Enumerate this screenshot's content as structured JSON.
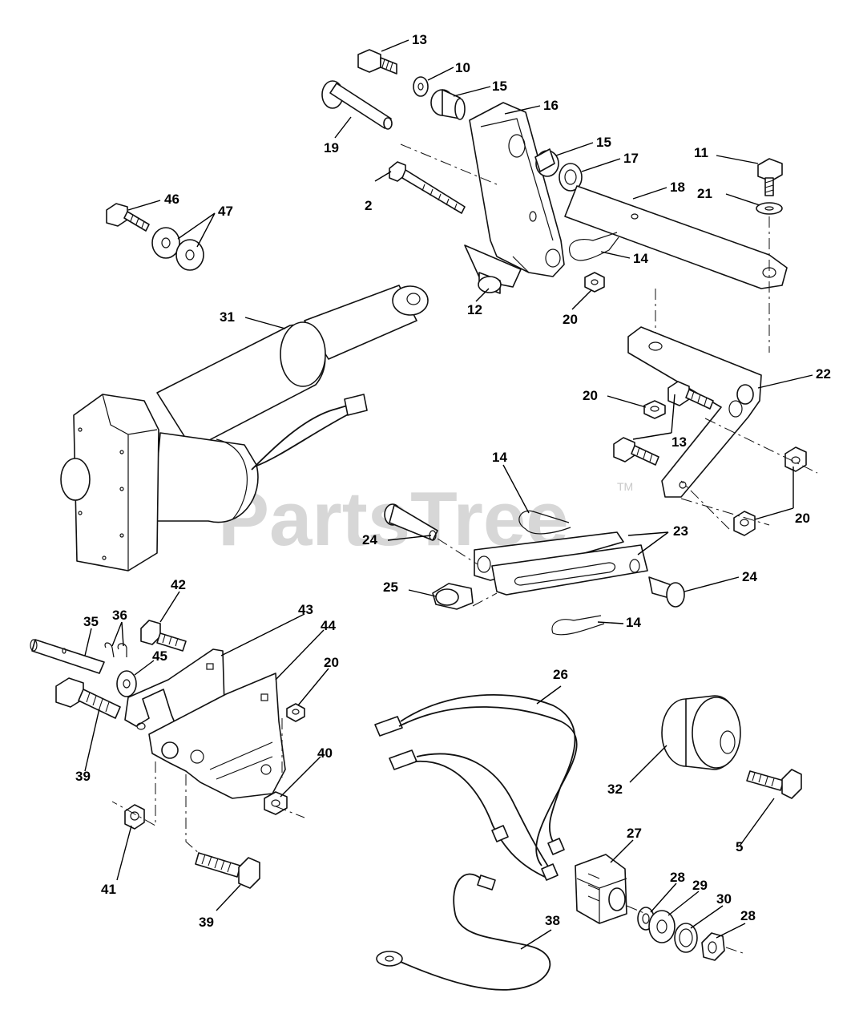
{
  "watermark": {
    "brand": "PartsTree",
    "tm": "TM"
  },
  "callouts": [
    {
      "id": "c13a",
      "label": "13"
    },
    {
      "id": "c10",
      "label": "10"
    },
    {
      "id": "c15a",
      "label": "15"
    },
    {
      "id": "c16",
      "label": "16"
    },
    {
      "id": "c19",
      "label": "19"
    },
    {
      "id": "c15b",
      "label": "15"
    },
    {
      "id": "c17",
      "label": "17"
    },
    {
      "id": "c11",
      "label": "11"
    },
    {
      "id": "c18",
      "label": "18"
    },
    {
      "id": "c21",
      "label": "21"
    },
    {
      "id": "c2",
      "label": "2"
    },
    {
      "id": "c46",
      "label": "46"
    },
    {
      "id": "c47",
      "label": "47"
    },
    {
      "id": "c14a",
      "label": "14"
    },
    {
      "id": "c12",
      "label": "12"
    },
    {
      "id": "c20a",
      "label": "20"
    },
    {
      "id": "c31",
      "label": "31"
    },
    {
      "id": "c22",
      "label": "22"
    },
    {
      "id": "c20b",
      "label": "20"
    },
    {
      "id": "c13b",
      "label": "13"
    },
    {
      "id": "c14b",
      "label": "14"
    },
    {
      "id": "c23",
      "label": "23"
    },
    {
      "id": "c24a",
      "label": "24"
    },
    {
      "id": "c20c",
      "label": "20"
    },
    {
      "id": "c24b",
      "label": "24"
    },
    {
      "id": "c25",
      "label": "25"
    },
    {
      "id": "c42",
      "label": "42"
    },
    {
      "id": "c43",
      "label": "43"
    },
    {
      "id": "c44",
      "label": "44"
    },
    {
      "id": "c35",
      "label": "35"
    },
    {
      "id": "c36",
      "label": "36"
    },
    {
      "id": "c14c",
      "label": "14"
    },
    {
      "id": "c45",
      "label": "45"
    },
    {
      "id": "c20d",
      "label": "20"
    },
    {
      "id": "c26",
      "label": "26"
    },
    {
      "id": "c39a",
      "label": "39"
    },
    {
      "id": "c40",
      "label": "40"
    },
    {
      "id": "c32",
      "label": "32"
    },
    {
      "id": "c5",
      "label": "5"
    },
    {
      "id": "c27",
      "label": "27"
    },
    {
      "id": "c28a",
      "label": "28"
    },
    {
      "id": "c29",
      "label": "29"
    },
    {
      "id": "c30",
      "label": "30"
    },
    {
      "id": "c28b",
      "label": "28"
    },
    {
      "id": "c41",
      "label": "41"
    },
    {
      "id": "c38",
      "label": "38"
    },
    {
      "id": "c39b",
      "label": "39"
    }
  ]
}
